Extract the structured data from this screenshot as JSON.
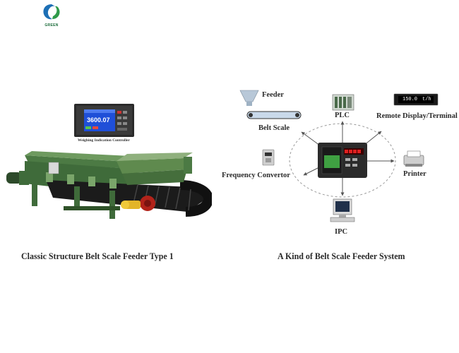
{
  "logo": {
    "text": "GREEN"
  },
  "left_panel": {
    "controller_label": "Weighing Indication Controller",
    "controller_reading": "3600.07",
    "caption": "Classic Structure Belt Scale Feeder Type 1"
  },
  "right_panel": {
    "caption": "A  Kind of Belt Scale Feeder System",
    "nodes": {
      "feeder": "Feeder",
      "belt_scale": "Belt Scale",
      "plc": "PLC",
      "remote_display": "Remote Display/Terminal",
      "remote_display_value": "150.0",
      "remote_display_unit": "t/h",
      "frequency_convertor": "Frequency Convertor",
      "printer": "Printer",
      "ipc": "IPC"
    }
  },
  "colors": {
    "frame_green": "#3f6b3a",
    "belt_black": "#1b1b1b",
    "hopper_green": "#5f8a4e",
    "motor_yellow": "#e3b528",
    "screen_blue": "#1f4fd8"
  }
}
